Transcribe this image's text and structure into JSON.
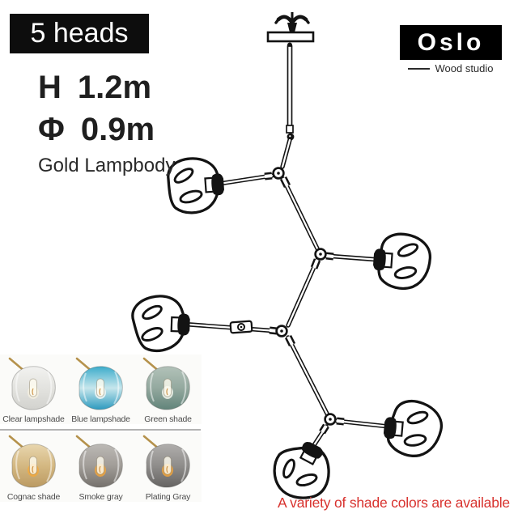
{
  "badge": {
    "label": "5 heads",
    "bg_color": "#0d0d0d"
  },
  "brand": {
    "name": "Oslo",
    "tagline": "Wood studio",
    "bg_color": "#000000"
  },
  "specs": {
    "height_label": "H",
    "height_value": "1.2m",
    "diameter_label": "Φ",
    "diameter_value": "0.9m",
    "material": "Gold Lampbody"
  },
  "illustration": {
    "name": "5-head branching globe chandelier line drawing",
    "ink_color": "#131313"
  },
  "swatches": {
    "items": [
      {
        "label": "Clear lampshade",
        "top": "#f2f2f0",
        "mid": "#e3e3df",
        "bottom": "#d2d2ce",
        "glow": "#f3eedf"
      },
      {
        "label": "Blue lampshade",
        "top": "#3caccb",
        "mid": "#c6e6ec",
        "bottom": "#2d9abf",
        "glow": "#eef6f4"
      },
      {
        "label": "Green shade",
        "top": "#b2c2b9",
        "mid": "#94a99f",
        "bottom": "#62847a",
        "glow": "#eef2ea"
      },
      {
        "label": "Cognac shade",
        "top": "#e8d6ae",
        "mid": "#d4b882",
        "bottom": "#bb9a62",
        "glow": "#f2a93e"
      },
      {
        "label": "Smoke gray",
        "top": "#bcb9b5",
        "mid": "#a19d98",
        "bottom": "#75716c",
        "glow": "#f0a43c"
      },
      {
        "label": "Plating Gray",
        "top": "#b0aeac",
        "mid": "#8f8d8b",
        "bottom": "#666462",
        "glow": "#f0a43c"
      }
    ]
  },
  "note": {
    "text": "A variety of shade colors are available",
    "color": "#d8322e"
  }
}
